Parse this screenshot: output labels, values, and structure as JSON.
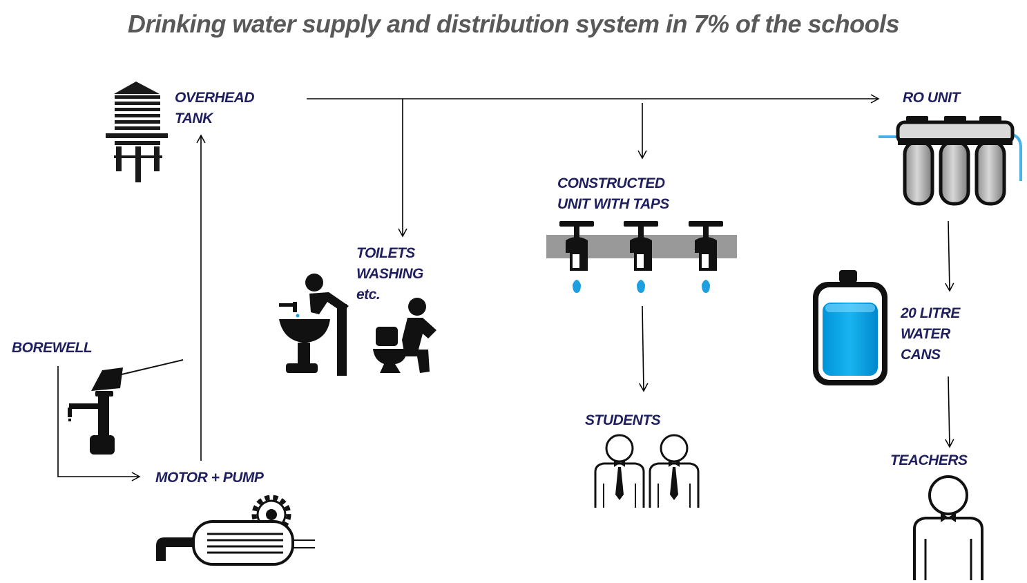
{
  "title": "Drinking water supply and distribution system in 7% of the schools",
  "colors": {
    "label": "#1f1f5f",
    "title": "#595959",
    "water": "#00aaee",
    "icon": "#111111"
  },
  "nodes": {
    "overhead_tank": {
      "lines": [
        "OVERHEAD",
        "TANK"
      ],
      "icon": "water-tower-icon"
    },
    "ro_unit": {
      "lines": [
        "RO UNIT"
      ],
      "icon": "ro-filter-icon"
    },
    "constructed_unit": {
      "lines": [
        "CONSTRUCTED",
        "UNIT WITH TAPS"
      ],
      "icon": "taps-icon"
    },
    "toilets": {
      "lines": [
        "TOILETS",
        "WASHING",
        "etc."
      ],
      "icon": "toilet-washing-icon"
    },
    "borewell": {
      "lines": [
        "BOREWELL"
      ],
      "icon": "hand-pump-icon"
    },
    "motor_pump": {
      "lines": [
        "MOTOR + PUMP"
      ],
      "icon": "motor-pump-icon"
    },
    "water_cans": {
      "lines": [
        "20 LITRE",
        "WATER",
        "CANS"
      ],
      "icon": "water-can-icon"
    },
    "students": {
      "lines": [
        "STUDENTS"
      ],
      "icon": "students-icon"
    },
    "teachers": {
      "lines": [
        "TEACHERS"
      ],
      "icon": "teacher-icon"
    }
  }
}
